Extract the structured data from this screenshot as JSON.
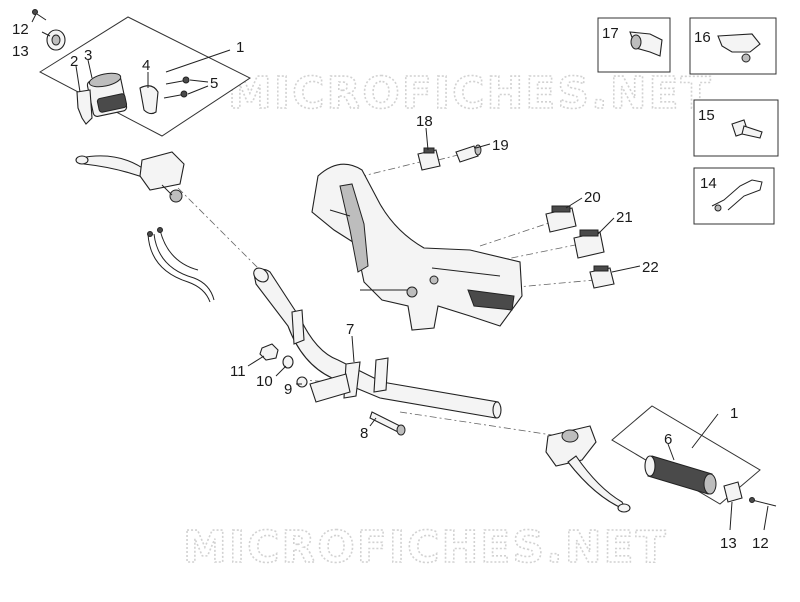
{
  "watermark": {
    "text": "MICROFICHES.NET"
  },
  "callouts": {
    "c1a": "1",
    "c1b": "1",
    "c2": "2",
    "c3": "3",
    "c4": "4",
    "c5": "5",
    "c6": "6",
    "c7": "7",
    "c8": "8",
    "c9": "9",
    "c10": "10",
    "c11": "11",
    "c12a": "12",
    "c12b": "12",
    "c13a": "13",
    "c13b": "13",
    "c14": "14",
    "c15": "15",
    "c16": "16",
    "c17": "17",
    "c18": "18",
    "c19": "19",
    "c20": "20",
    "c21": "21",
    "c22": "22"
  }
}
